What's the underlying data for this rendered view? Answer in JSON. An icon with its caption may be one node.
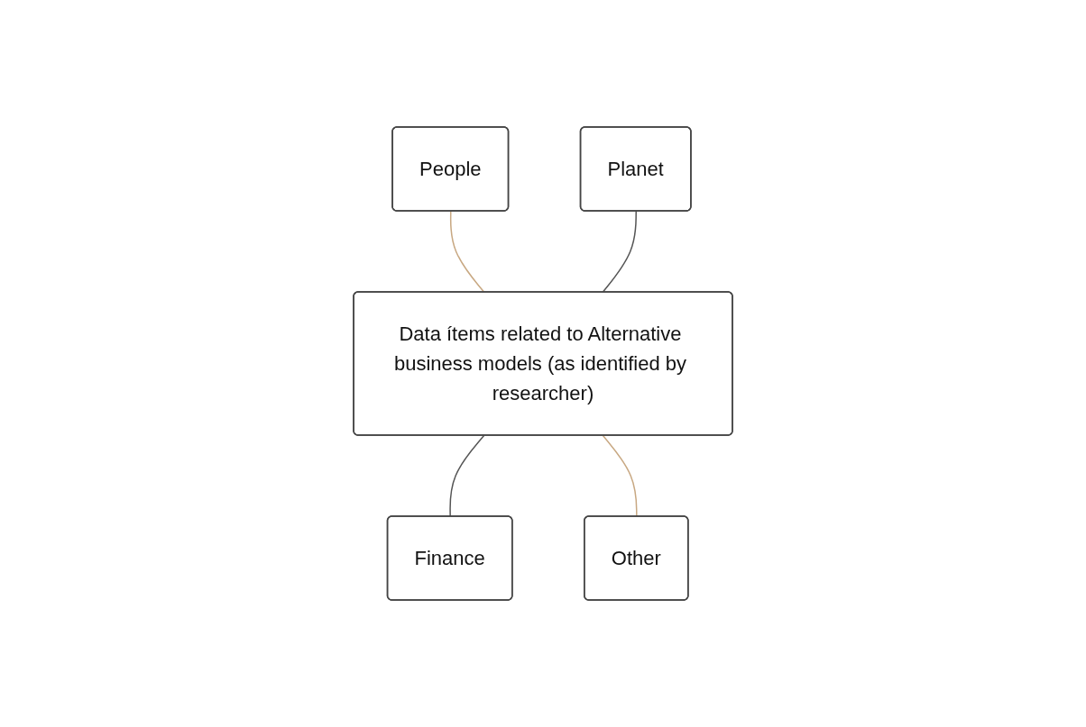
{
  "diagram": {
    "nodes": [
      {
        "text": [
          "People"
        ]
      },
      {
        "text": [
          "Planet"
        ]
      },
      {
        "text": [
          "Data ítems related to Alternative business models (as identified by researcher)"
        ]
      },
      {
        "text": [
          "Finance"
        ]
      },
      {
        "text": [
          "Other"
        ]
      }
    ],
    "edges": [
      {
        "from": 0,
        "to": 2,
        "arrow": "none",
        "color": "#c8a882"
      },
      {
        "from": 1,
        "to": 2,
        "arrow": "none",
        "color": "#555555"
      },
      {
        "from": 2,
        "to": 3,
        "arrow": "none",
        "color": "#555555"
      },
      {
        "from": 2,
        "to": 4,
        "arrow": "none",
        "color": "#c8a882"
      }
    ]
  }
}
